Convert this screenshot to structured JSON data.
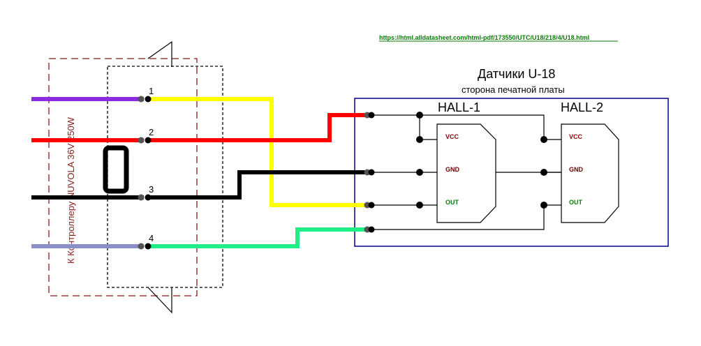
{
  "link_text": "https://html.alldatasheet.com/html-pdf/173550/UTC/U18/218/4/U18.html",
  "board": {
    "title": "Датчики U-18",
    "subtitle": "сторона печатной платы"
  },
  "sensors": [
    {
      "name": "HALL-1",
      "pins": {
        "vcc": "VCC",
        "gnd": "GND",
        "out": "OUT"
      }
    },
    {
      "name": "HALL-2",
      "pins": {
        "vcc": "VCC",
        "gnd": "GND",
        "out": "OUT"
      }
    }
  ],
  "connector": {
    "label": "К Контроллеру NUVOLA 36V 250W",
    "pins": [
      "1",
      "2",
      "3",
      "4"
    ]
  },
  "wire_colors": {
    "purple": "#8a2be2",
    "red": "#ff0000",
    "black": "#000000",
    "slate": "#8a8fc8",
    "yellow": "#ffff00",
    "green": "#22ee88",
    "board_border": "#00008b",
    "connector_border": "#8b1a1a"
  }
}
